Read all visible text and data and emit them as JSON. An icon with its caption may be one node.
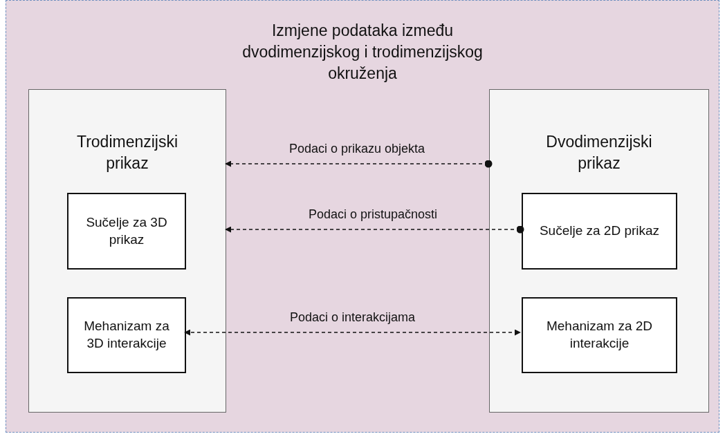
{
  "diagram": {
    "nodes": [
      {
        "text": [
          "Izmjene podataka između dvodimenzijskog i trodimenzijskog okruženja"
        ]
      },
      {
        "text": [
          "Trodimenzijski prikaz"
        ],
        "in": 0
      },
      {
        "text": [
          "Sučelje za 3D prikaz"
        ],
        "in": 1
      },
      {
        "text": [
          "Mehanizam za 3D interakcije"
        ],
        "in": 1
      },
      {
        "text": [
          "Dvodimenzijski prikaz"
        ],
        "in": 0
      },
      {
        "text": [
          "Sučelje za 2D prikaz"
        ],
        "in": 4
      },
      {
        "text": [
          "Mehanizam za 2D interakcije"
        ],
        "in": 4
      }
    ],
    "edges": [
      {
        "from": 4,
        "to": 1,
        "arrow": "to",
        "label": "Podaci o prikazu objekta",
        "style": "dashed"
      },
      {
        "from": 5,
        "to": 1,
        "arrow": "to",
        "label": "Podaci o pristupačnosti",
        "style": "dashed"
      },
      {
        "from": 3,
        "to": 6,
        "arrow": "both",
        "label": "Podaci o interakcijama",
        "style": "dashed"
      }
    ]
  }
}
